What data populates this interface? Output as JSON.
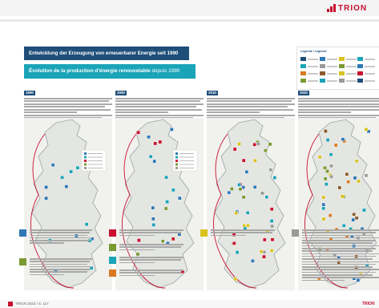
{
  "brand": {
    "name": "TRION"
  },
  "titles": {
    "de": "Entwicklung der Erzeugung von erneuerbarer Energie seit 1990",
    "fr_main": "Évolution de la production d'énergie renouvelable",
    "fr_tail": " depuis 1990"
  },
  "legend": {
    "title": "Legende / Légende"
  },
  "panels": [
    {
      "year": "1990"
    },
    {
      "year": "2000"
    },
    {
      "year": "2010"
    },
    {
      "year": "2020"
    }
  ],
  "footer": {
    "page_label": "TRION 2022 / S. 117"
  },
  "colors": {
    "navy": "#1f4e79",
    "teal": "#1aa4b8",
    "red": "#c8102e",
    "yellow": "#d9c21e",
    "green": "#7a9a32",
    "blue": "#2f78b5",
    "orange": "#d97a22",
    "brown": "#8a5a2b",
    "grey": "#9a9a9a"
  }
}
